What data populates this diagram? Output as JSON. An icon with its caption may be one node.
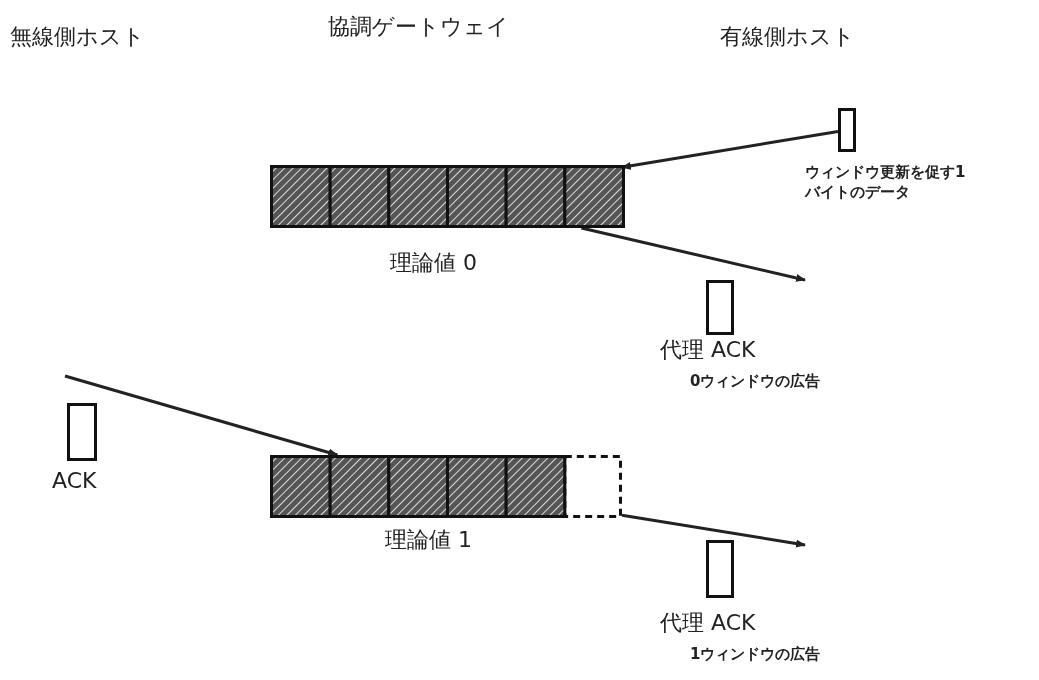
{
  "diagram": {
    "nodes": [
      {
        "text": [],
        "shape": "bar",
        "beside": [
          "理論値 0"
        ]
      },
      {
        "text": [],
        "shape": "bar",
        "beside": [
          "理論値 1"
        ]
      },
      {
        "text": [],
        "shape": "box",
        "beside": [
          "ウィンドウ更新を促す1バイトのデータ"
        ]
      },
      {
        "text": [],
        "shape": "box",
        "beside": [
          "代理 ACK",
          "0ウィンドウの広告"
        ]
      },
      {
        "text": [],
        "shape": "box",
        "beside": [
          "ACK"
        ]
      },
      {
        "text": [],
        "shape": "box",
        "beside": [
          "代理 ACK",
          "1ウィンドウの広告"
        ]
      }
    ],
    "edges": [
      {
        "from": 2,
        "to": 0,
        "arrow": "to"
      },
      {
        "from": 0,
        "to": null,
        "arrow": "to"
      },
      {
        "from": null,
        "to": 1,
        "arrow": "to"
      },
      {
        "from": 1,
        "to": null,
        "arrow": "to"
      }
    ],
    "labels": [
      "無線側ホスト",
      "協調ゲートウェイ",
      "有線側ホスト"
    ]
  }
}
